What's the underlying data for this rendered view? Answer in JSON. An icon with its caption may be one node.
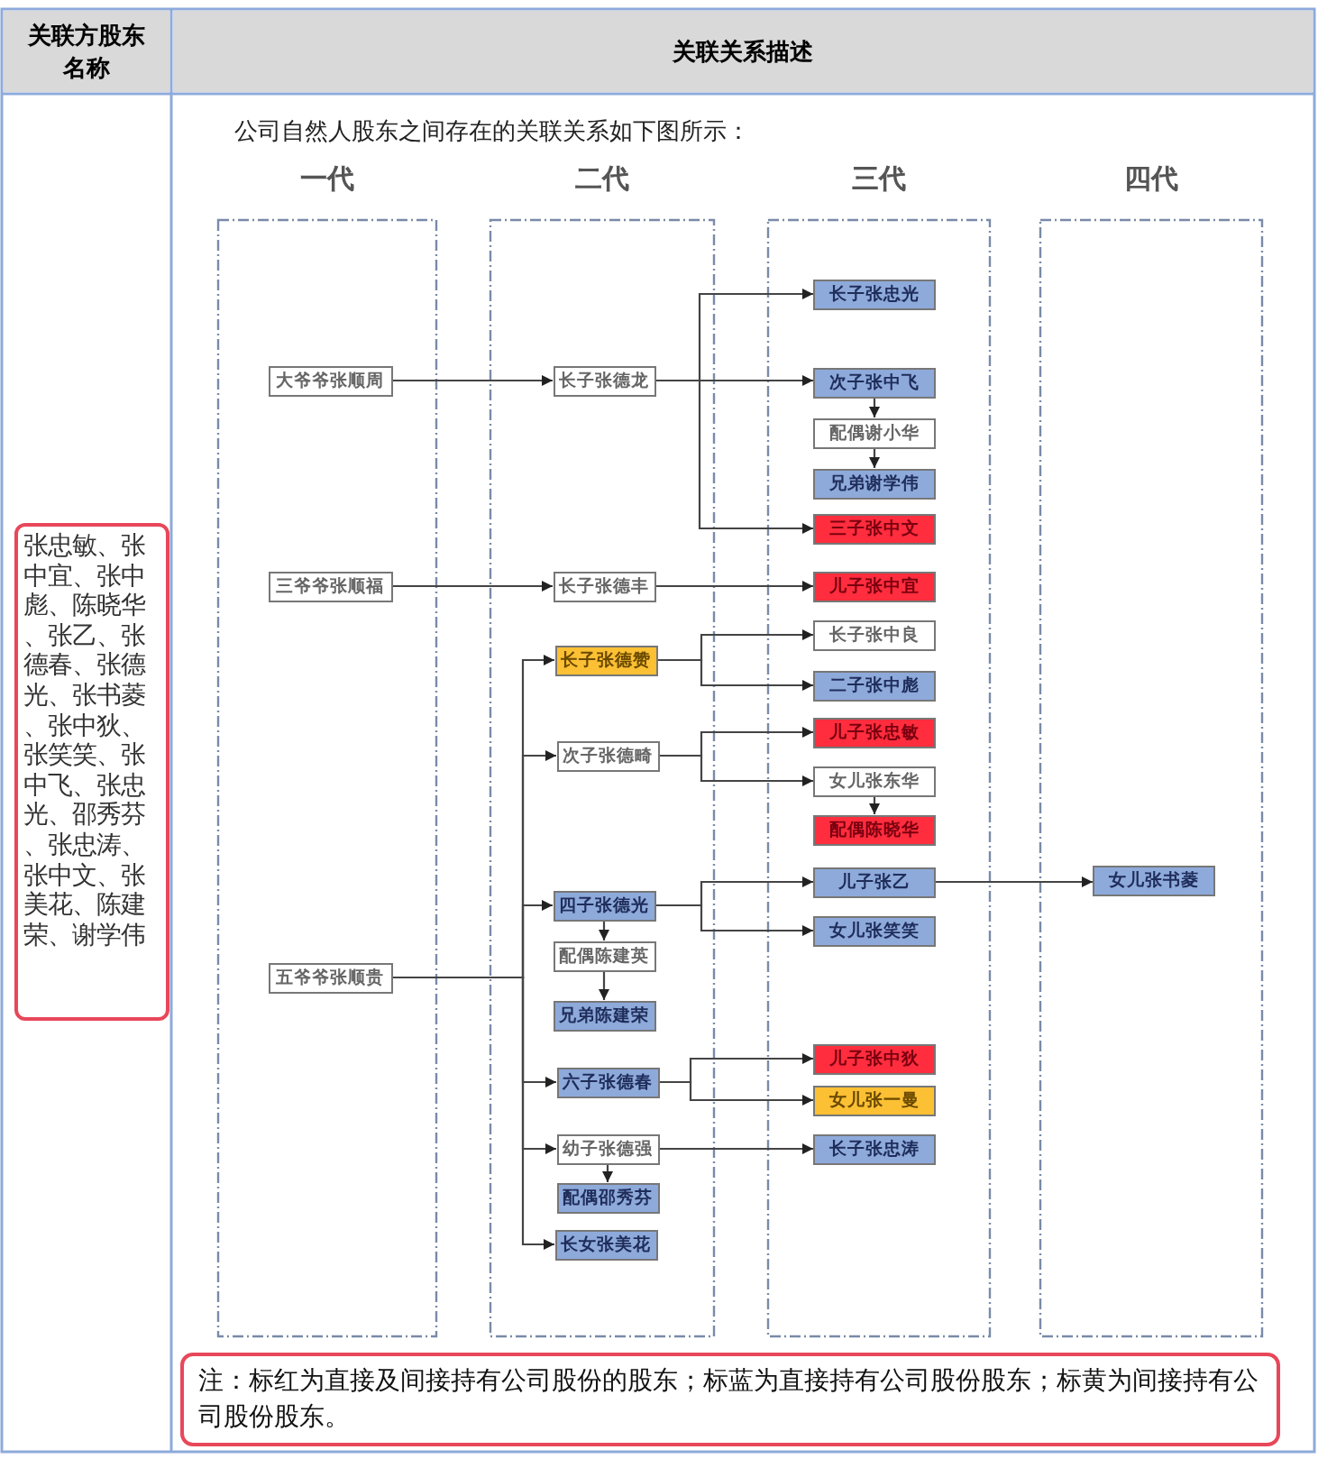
{
  "diagram": {
    "nodes": [
      {
        "text": [
          "一代"
        ]
      },
      {
        "text": [
          "二代"
        ]
      },
      {
        "text": [
          "三代"
        ]
      },
      {
        "text": [
          "四代"
        ]
      },
      {
        "text": [
          "大爷爷张顺周"
        ],
        "in": 0
      },
      {
        "text": [
          "三爷爷张顺福"
        ],
        "in": 0
      },
      {
        "text": [
          "五爷爷张顺贵"
        ],
        "in": 0
      },
      {
        "text": [
          "长子张德龙"
        ],
        "in": 1
      },
      {
        "text": [
          "长子张德丰"
        ],
        "in": 1
      },
      {
        "text": [
          "长子张德赞"
        ],
        "in": 1
      },
      {
        "text": [
          "次子张德畸"
        ],
        "in": 1
      },
      {
        "text": [
          "四子张德光"
        ],
        "in": 1
      },
      {
        "text": [
          "配偶陈建英"
        ],
        "in": 1
      },
      {
        "text": [
          "兄弟陈建荣"
        ],
        "in": 1
      },
      {
        "text": [
          "六子张德春"
        ],
        "in": 1
      },
      {
        "text": [
          "幼子张德强"
        ],
        "in": 1
      },
      {
        "text": [
          "配偶邵秀芬"
        ],
        "in": 1
      },
      {
        "text": [
          "长女张美花"
        ],
        "in": 1
      },
      {
        "text": [
          "长子张忠光"
        ],
        "in": 2
      },
      {
        "text": [
          "次子张中飞"
        ],
        "in": 2
      },
      {
        "text": [
          "配偶谢小华"
        ],
        "in": 2
      },
      {
        "text": [
          "兄弟谢学伟"
        ],
        "in": 2
      },
      {
        "text": [
          "三子张中文"
        ],
        "in": 2
      },
      {
        "text": [
          "儿子张中宜"
        ],
        "in": 2
      },
      {
        "text": [
          "长子张中良"
        ],
        "in": 2
      },
      {
        "text": [
          "二子张中彪"
        ],
        "in": 2
      },
      {
        "text": [
          "儿子张忠敏"
        ],
        "in": 2
      },
      {
        "text": [
          "女儿张东华"
        ],
        "in": 2
      },
      {
        "text": [
          "配偶陈晓华"
        ],
        "in": 2
      },
      {
        "text": [
          "儿子张乙"
        ],
        "in": 2
      },
      {
        "text": [
          "女儿张笑笑"
        ],
        "in": 2
      },
      {
        "text": [
          "儿子张中狄"
        ],
        "in": 2
      },
      {
        "text": [
          "女儿张一曼"
        ],
        "in": 2
      },
      {
        "text": [
          "长子张忠涛"
        ],
        "in": 2
      },
      {
        "text": [
          "女儿张书菱"
        ],
        "in": 3
      }
    ],
    "edges": [
      {
        "from": 4,
        "to": 7,
        "arrow": "to"
      },
      {
        "from": 7,
        "to": 18,
        "arrow": "to"
      },
      {
        "from": 7,
        "to": 19,
        "arrow": "to"
      },
      {
        "from": 7,
        "to": 22,
        "arrow": "to"
      },
      {
        "from": 19,
        "to": 20,
        "arrow": "to"
      },
      {
        "from": 20,
        "to": 21,
        "arrow": "to"
      },
      {
        "from": 5,
        "to": 8,
        "arrow": "to"
      },
      {
        "from": 8,
        "to": 23,
        "arrow": "to"
      },
      {
        "from": 6,
        "to": 9,
        "arrow": "to"
      },
      {
        "from": 6,
        "to": 10,
        "arrow": "to"
      },
      {
        "from": 6,
        "to": 11,
        "arrow": "to"
      },
      {
        "from": 6,
        "to": 14,
        "arrow": "to"
      },
      {
        "from": 6,
        "to": 15,
        "arrow": "to"
      },
      {
        "from": 6,
        "to": 17,
        "arrow": "to"
      },
      {
        "from": 9,
        "to": 24,
        "arrow": "to"
      },
      {
        "from": 9,
        "to": 25,
        "arrow": "to"
      },
      {
        "from": 10,
        "to": 26,
        "arrow": "to"
      },
      {
        "from": 10,
        "to": 27,
        "arrow": "to"
      },
      {
        "from": 27,
        "to": 28,
        "arrow": "to"
      },
      {
        "from": 11,
        "to": 29,
        "arrow": "to"
      },
      {
        "from": 11,
        "to": 30,
        "arrow": "to"
      },
      {
        "from": 11,
        "to": 12,
        "arrow": "to"
      },
      {
        "from": 12,
        "to": 13,
        "arrow": "to"
      },
      {
        "from": 14,
        "to": 31,
        "arrow": "to"
      },
      {
        "from": 14,
        "to": 32,
        "arrow": "to"
      },
      {
        "from": 15,
        "to": 33,
        "arrow": "to"
      },
      {
        "from": 15,
        "to": 16,
        "arrow": "to"
      },
      {
        "from": 29,
        "to": 34,
        "arrow": "to"
      }
    ],
    "labels": [
      "关联方股东名称",
      "关联关系描述",
      "张忠敏、张中宜、张中彪、陈晓华、张乙、张德春、张德光、张书菱、张中狄、张笑笑、张中飞、张忠光、邵秀芬、张忠涛、张中文、张美花、陈建荣、谢学伟",
      "公司自然人股东之间存在的关联关系如下图所示：",
      "注：标红为直接及间接持有公司股份的股东；标蓝为直接持有公司股份股东；标黄为间接持有公司股份股东。"
    ]
  }
}
